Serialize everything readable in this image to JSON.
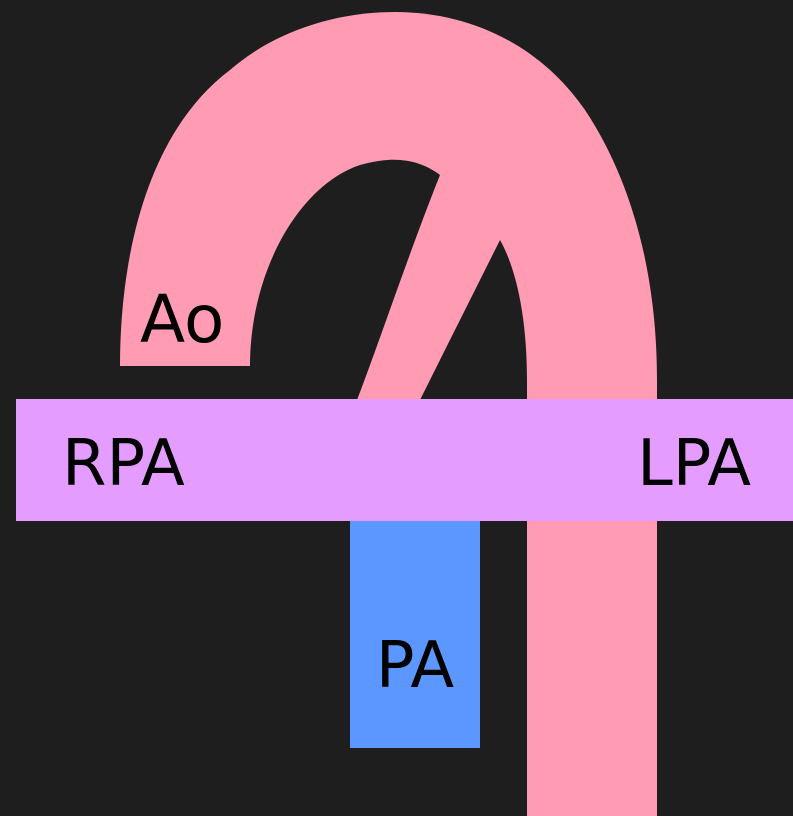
{
  "labels": {
    "ao": "Ao",
    "rpa": "RPA",
    "lpa": "LPA",
    "pa": "PA"
  },
  "colors": {
    "background": "#1e1e1e",
    "aorta": "#ff9bb2",
    "pulmonary_branches": "#e59cff",
    "pulmonary_trunk": "#5c97ff",
    "label_text": "#000000"
  }
}
